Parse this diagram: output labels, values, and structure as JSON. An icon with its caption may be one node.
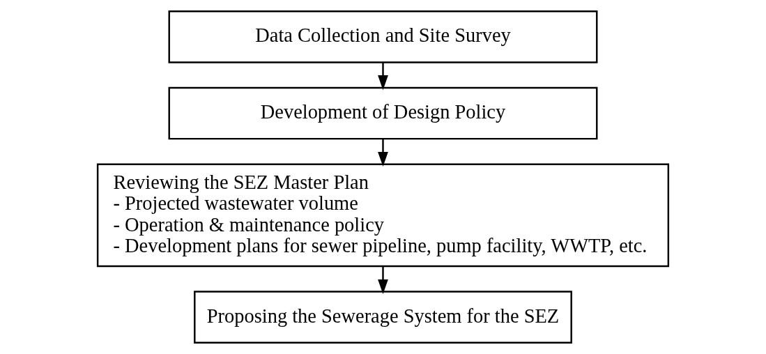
{
  "diagram": {
    "nodes": [
      {
        "text": [
          "Data Collection and Site Survey"
        ]
      },
      {
        "text": [
          "Development of Design Policy"
        ]
      },
      {
        "text": [
          "Reviewing the SEZ Master Plan",
          "- Projected wastewater volume",
          "- Operation & maintenance policy",
          "- Development plans for sewer pipeline, pump facility, WWTP, etc."
        ]
      },
      {
        "text": [
          "Proposing the Sewerage System for the SEZ"
        ]
      }
    ],
    "edges": [
      {
        "from": 0,
        "to": 1,
        "arrow": "to"
      },
      {
        "from": 1,
        "to": 2,
        "arrow": "to"
      },
      {
        "from": 2,
        "to": 3,
        "arrow": "to"
      }
    ]
  }
}
